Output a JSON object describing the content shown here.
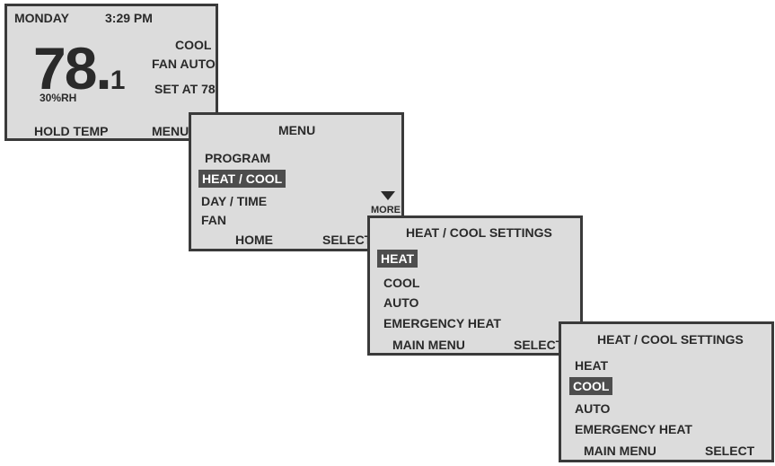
{
  "home": {
    "day": "MONDAY",
    "time": "3:29 PM",
    "temp_whole": "78",
    "temp_dot": ".",
    "temp_decimal": "1",
    "humidity": "30%RH",
    "mode": "COOL",
    "fan": "FAN AUTO",
    "setpoint": "SET AT 78",
    "left_softkey": "HOLD TEMP",
    "right_softkey": "MENU"
  },
  "menu": {
    "title": "MENU",
    "items": [
      "PROGRAM",
      "HEAT / COOL",
      "DAY / TIME",
      "FAN"
    ],
    "selected_index": 1,
    "more_label": "MORE",
    "left_softkey": "HOME",
    "right_softkey": "SELECT"
  },
  "settings_a": {
    "title": "HEAT / COOL SETTINGS",
    "items": [
      "HEAT",
      "COOL",
      "AUTO",
      "EMERGENCY HEAT"
    ],
    "selected_index": 0,
    "left_softkey": "MAIN MENU",
    "right_softkey": "SELECT"
  },
  "settings_b": {
    "title": "HEAT / COOL SETTINGS",
    "items": [
      "HEAT",
      "COOL",
      "AUTO",
      "EMERGENCY HEAT"
    ],
    "selected_index": 1,
    "left_softkey": "MAIN MENU",
    "right_softkey": "SELECT"
  },
  "colors": {
    "screen_bg": "#dcdcdc",
    "frame": "#3a3a3a",
    "highlight_bg": "#4d4d4d",
    "highlight_text": "#ffffff"
  }
}
